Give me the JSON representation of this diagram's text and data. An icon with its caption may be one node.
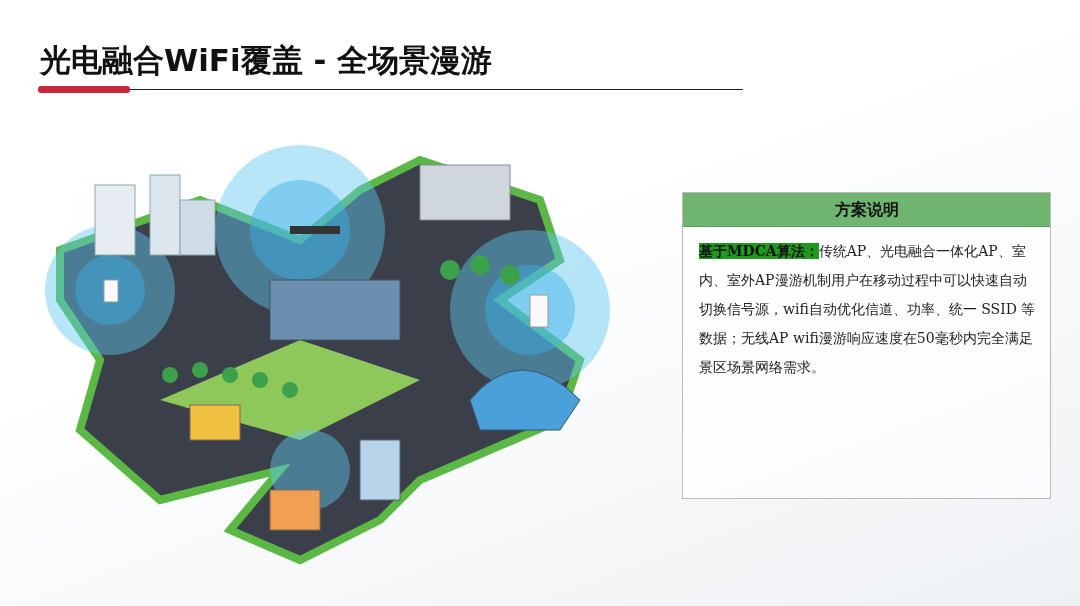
{
  "diagram": {
    "title": "光电融合WiFi覆盖 - 全场景漫游",
    "nodes": [
      {
        "text": [
          "方案说明",
          "**基于MDCA算法：**传统AP、光电融合一体化AP、室内、室外AP漫游机制用户在移动过程中可以快速自动切换信号源，wifi自动优化信道、功率、统一 SSID 等数据；无线AP wifi漫游响应速度在50毫秒内完全满足景区场景网络需求。"
        ]
      }
    ],
    "edges": []
  }
}
